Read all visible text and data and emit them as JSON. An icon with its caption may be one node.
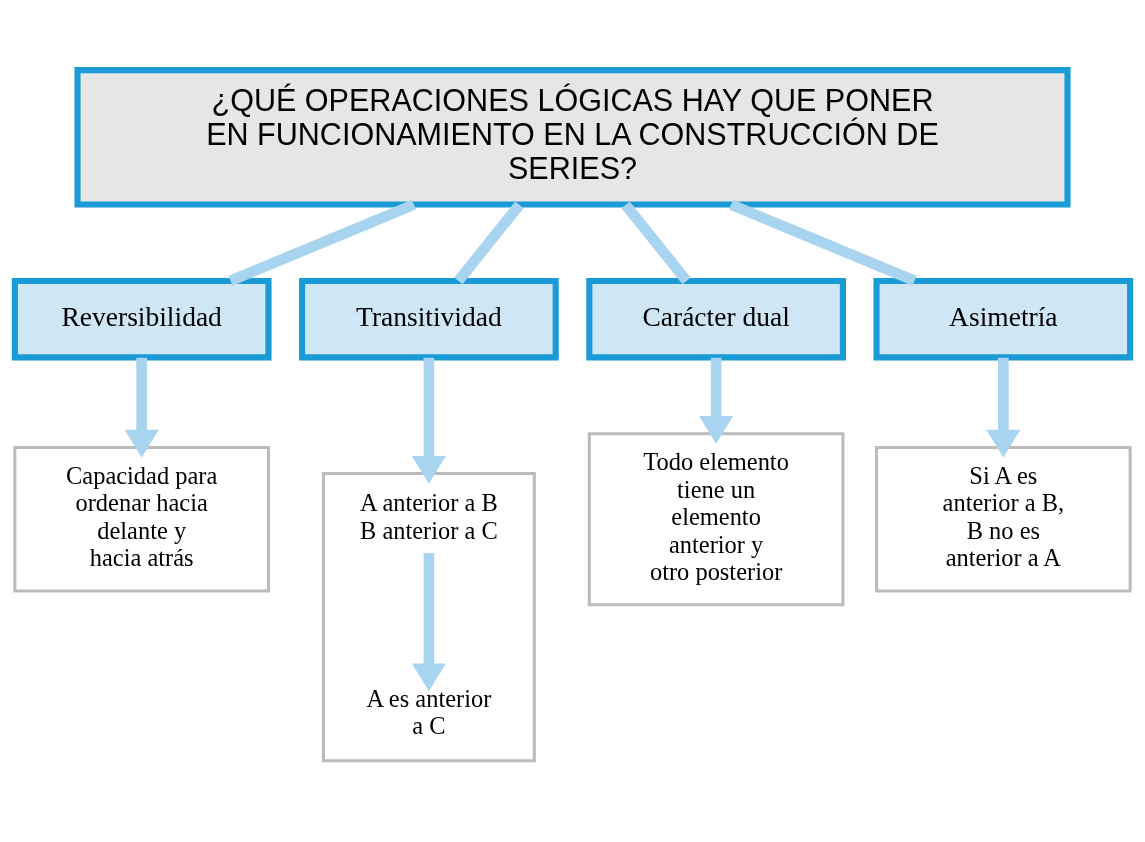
{
  "diagram": {
    "nodes": [
      {
        "text": [
          "¿QUÉ OPERACIONES LÓGICAS HAY QUE PONER EN FUNCIONAMIENTO EN LA CONSTRUCCIÓN DE SERIES?"
        ]
      },
      {
        "text": [
          "Reversibilidad"
        ]
      },
      {
        "text": [
          "Transitividad"
        ]
      },
      {
        "text": [
          "Carácter dual"
        ]
      },
      {
        "text": [
          "Asimetría"
        ]
      },
      {
        "text": [
          "Capacidad para ordenar hacia delante y hacia atrás"
        ]
      },
      {
        "text": [],
        "shape": "box"
      },
      {
        "text": [
          "A anterior a B B anterior a C"
        ],
        "in": 6
      },
      {
        "text": [
          "A es anterior a C"
        ],
        "in": 6
      },
      {
        "text": [
          "Todo elemento tiene un elemento anterior y otro posterior"
        ]
      },
      {
        "text": [
          "Si A es anterior a B, B no es anterior a A"
        ]
      }
    ],
    "edges": [
      {
        "from": 0,
        "to": 1,
        "arrow": "none"
      },
      {
        "from": 0,
        "to": 2,
        "arrow": "none"
      },
      {
        "from": 0,
        "to": 3,
        "arrow": "none"
      },
      {
        "from": 0,
        "to": 4,
        "arrow": "none"
      },
      {
        "from": 1,
        "to": 5,
        "arrow": "to"
      },
      {
        "from": 2,
        "to": 6,
        "arrow": "to"
      },
      {
        "from": 3,
        "to": 9,
        "arrow": "to"
      },
      {
        "from": 4,
        "to": 10,
        "arrow": "to"
      },
      {
        "from": 7,
        "to": 8,
        "arrow": "to"
      }
    ]
  }
}
